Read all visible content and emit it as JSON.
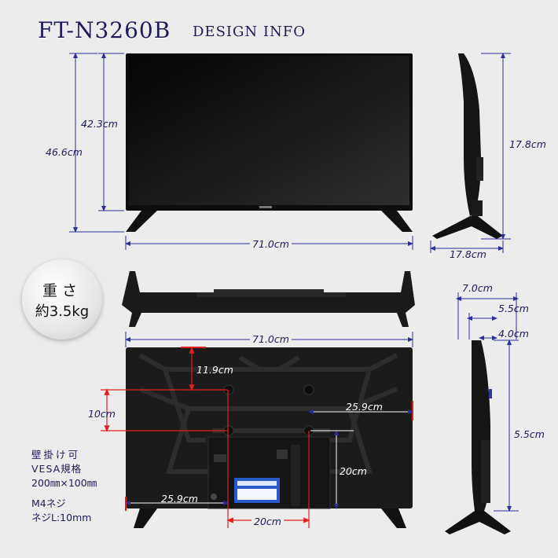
{
  "header": {
    "model": "FT-N3260B",
    "subtitle": "DESIGN INFO"
  },
  "weight": {
    "line1": "重さ",
    "line2": "約3.5kg"
  },
  "dimensions": {
    "front_width": "71.0cm",
    "front_screen_height": "42.3cm",
    "front_total_height": "46.6cm",
    "side_height": "17.8cm",
    "side_depth": "17.8cm",
    "back_width": "71.0cm",
    "back_top_to_mount": "11.9cm",
    "back_mount_vertical": "10cm",
    "back_right_to_mount": "25.9cm",
    "back_bottom_to_mount": "20cm",
    "back_left_to_mount": "25.9cm",
    "back_mount_horizontal": "20cm",
    "side2_top_depth": "7.0cm",
    "side2_mid_depth": "5.5cm",
    "side2_depth": "4.0cm",
    "side2_height": "5.5cm"
  },
  "vesa": {
    "line1": "壁掛け可",
    "line2": "VESA規格",
    "line3": "200㎜×100㎜",
    "line4": "M4ネジ",
    "line5": "ネジL:10mm"
  },
  "colors": {
    "accent": "#1e1a5c",
    "dim_line": "#2b2f9a",
    "red": "#e02020",
    "tv": "#141414"
  }
}
